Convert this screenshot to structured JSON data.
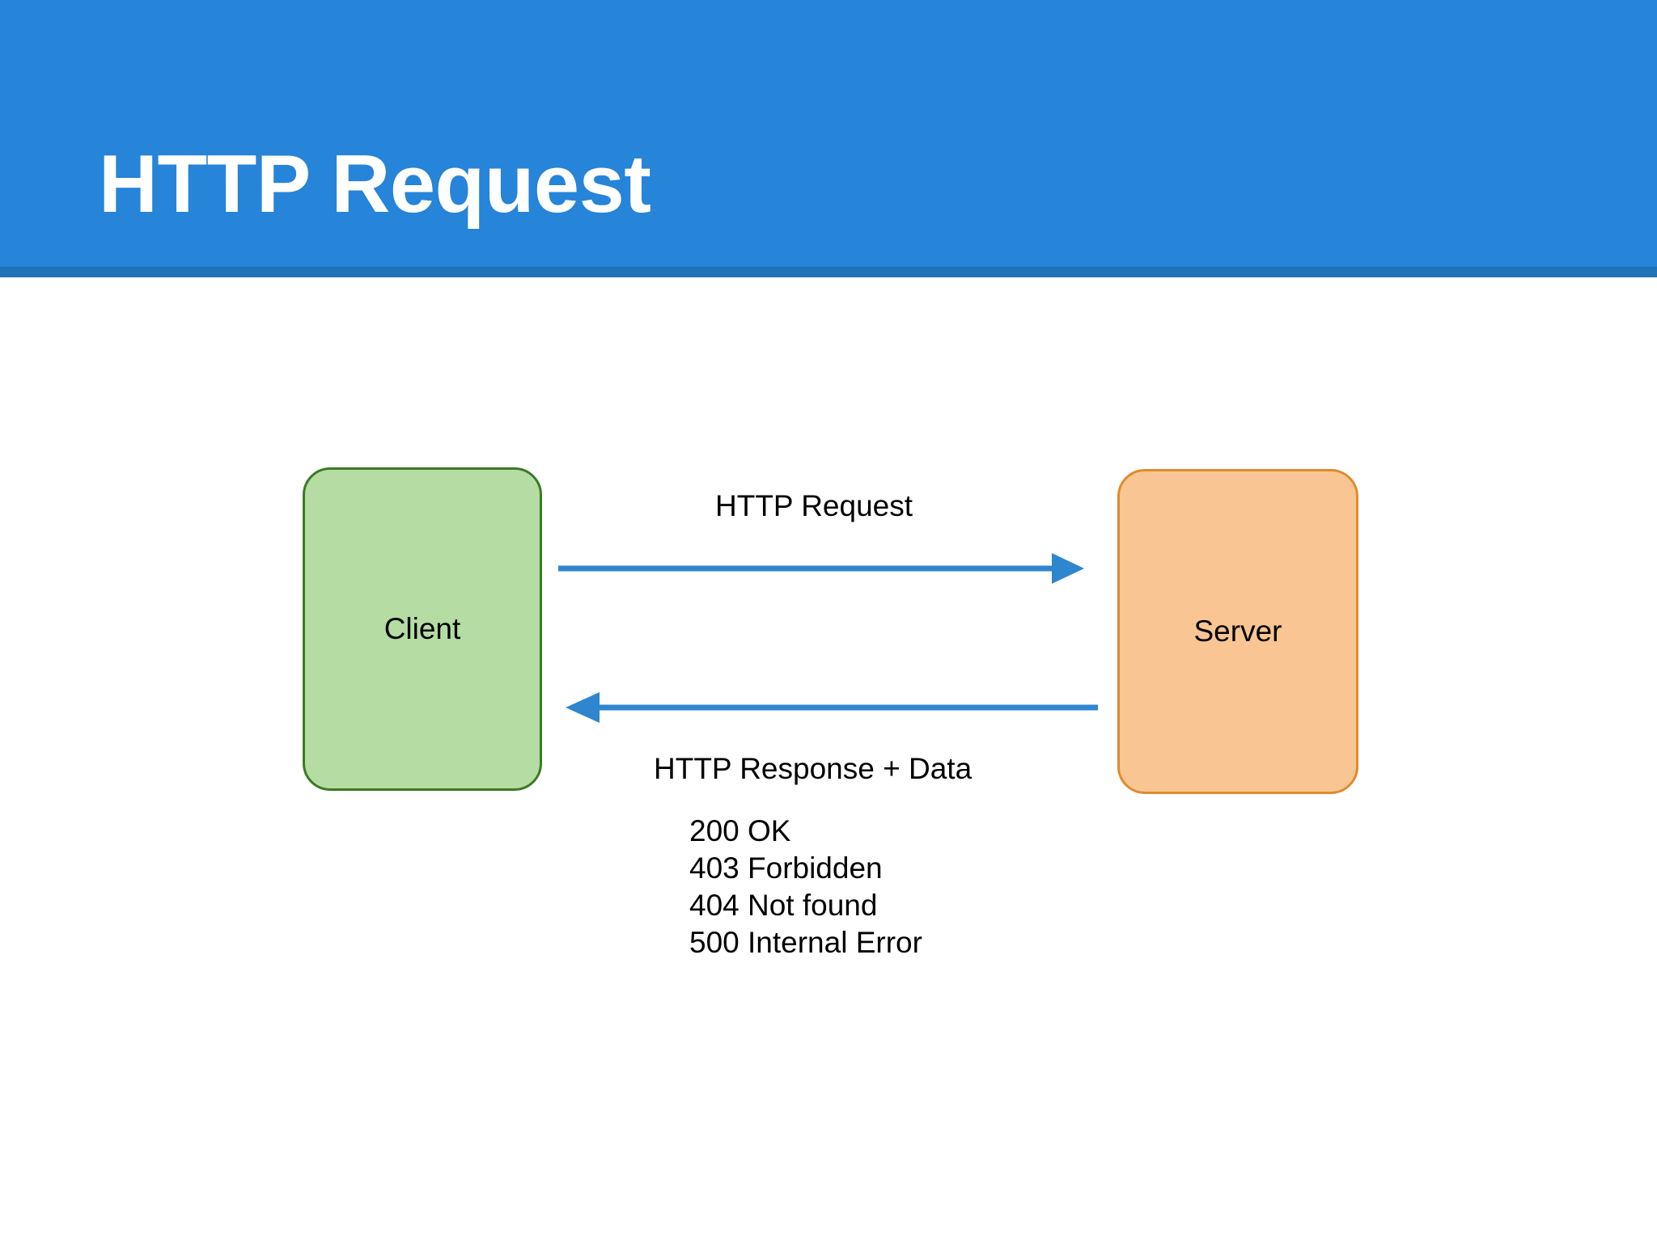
{
  "slide": {
    "title": "HTTP Request",
    "header_color": "#2684D9",
    "header_accent_color": "#2272B8",
    "background_color": "#ffffff"
  },
  "diagram": {
    "nodes": [
      {
        "id": "client",
        "label": "Client",
        "fill_color": "#B5DCA3",
        "border_color": "#3B7B25"
      },
      {
        "id": "server",
        "label": "Server",
        "fill_color": "#F9C693",
        "border_color": "#E08B2E"
      }
    ],
    "edges": [
      {
        "id": "request",
        "label": "HTTP Request",
        "direction": "client-to-server",
        "color": "#2E86CE"
      },
      {
        "id": "response",
        "label": "HTTP Response + Data",
        "direction": "server-to-client",
        "color": "#2E86CE"
      }
    ],
    "status_codes": [
      "200 OK",
      "403 Forbidden",
      "404 Not found",
      "500 Internal Error"
    ]
  }
}
